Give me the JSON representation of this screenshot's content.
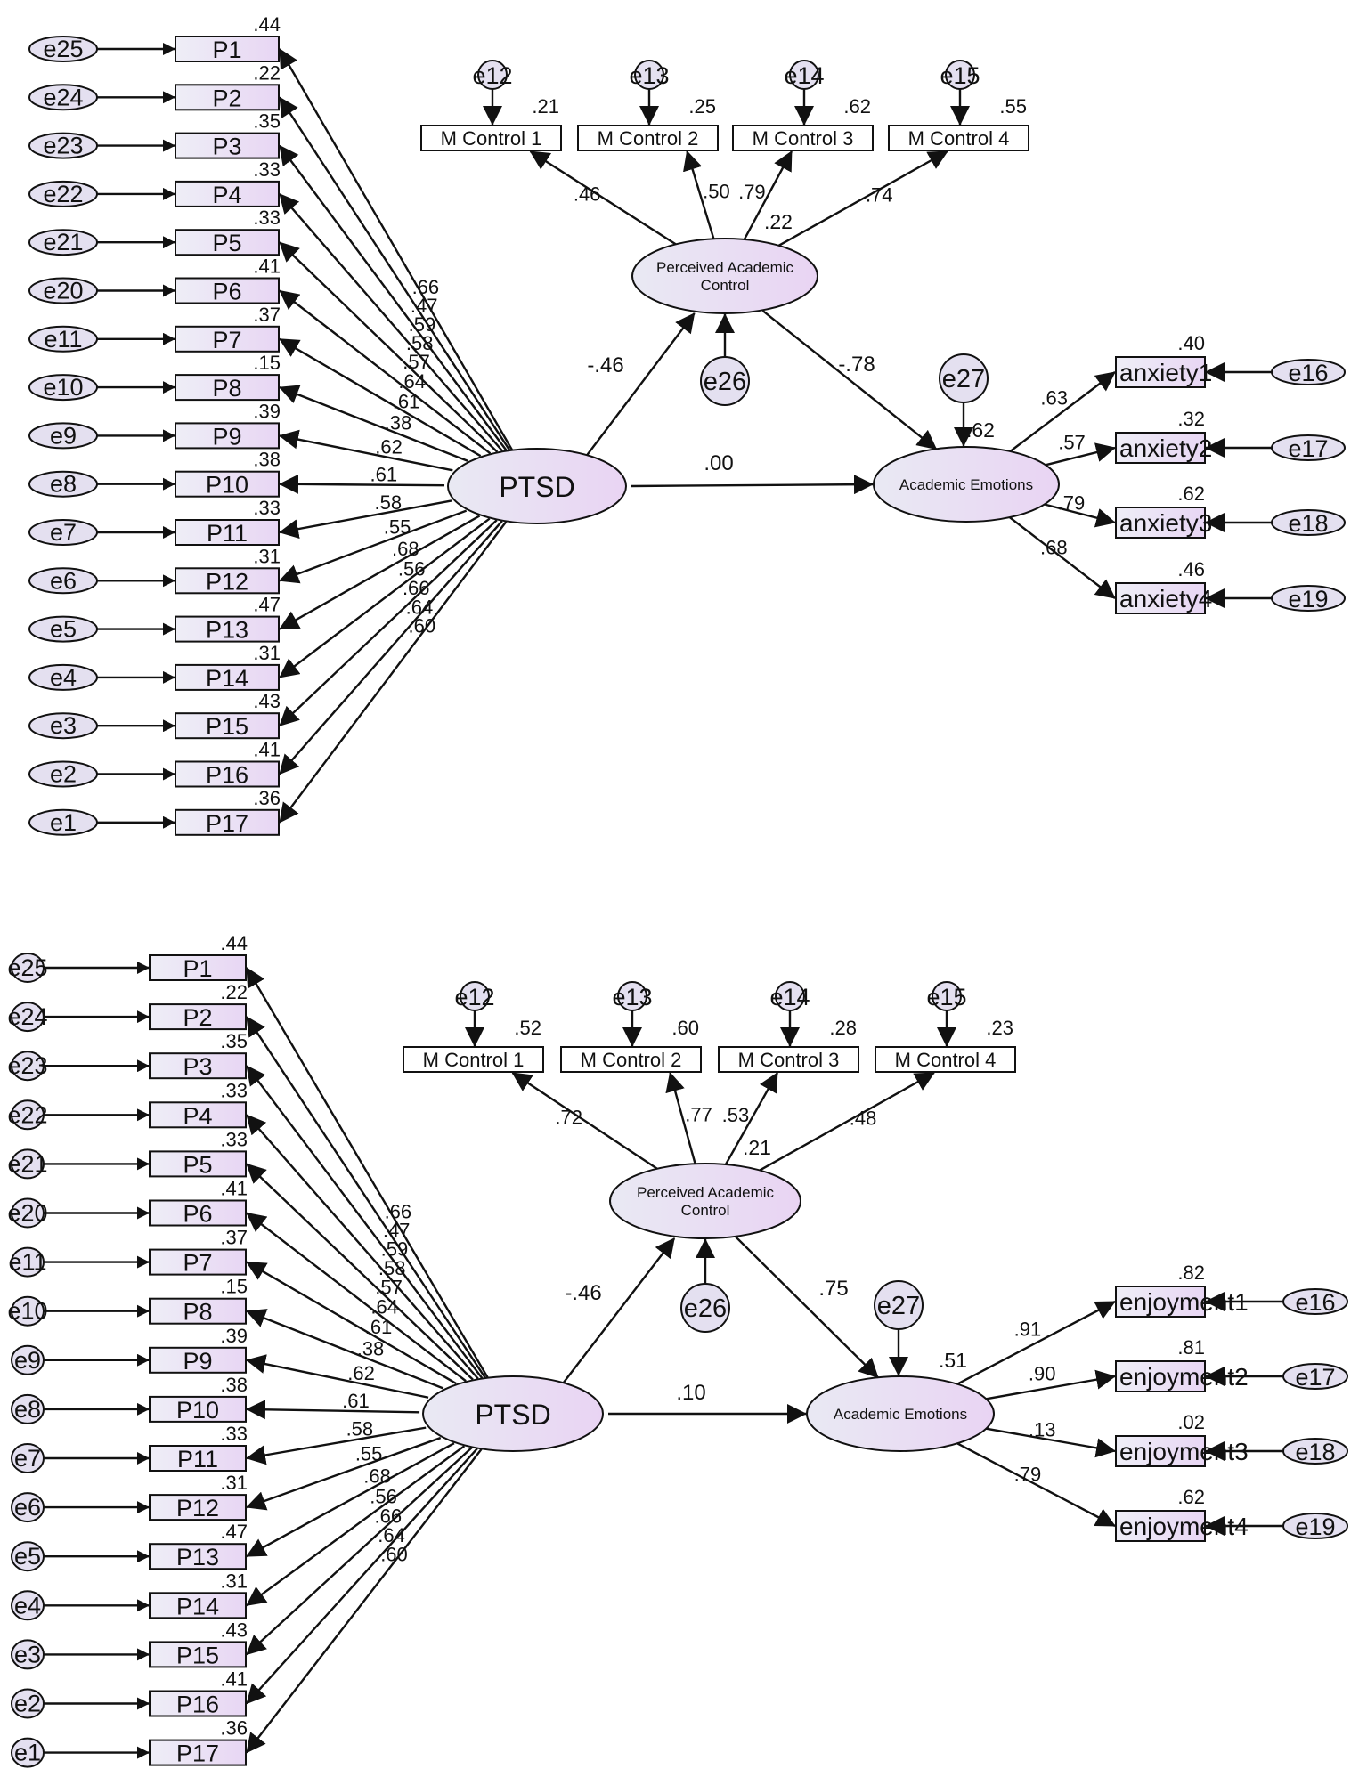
{
  "colors": {
    "stroke": "#111111",
    "observed_fill_light": "#eeeef6",
    "observed_fill_dark": "#e8d6f4",
    "latent_fill_light": "#e9e9f3",
    "latent_fill_dark": "#e9d4f3",
    "error_fill": "#e4e0f0"
  },
  "models": [
    {
      "id": "anxiety-model",
      "exogenous": {
        "label": "PTSD"
      },
      "mediator": {
        "label_line1": "Perceived Academic",
        "label_line2": "Control",
        "r2": ".22",
        "error": "e26"
      },
      "outcome": {
        "label": "Academic Emotions",
        "r2": ".62",
        "error": "e27"
      },
      "paths": {
        "ptsd_to_mediator": "-.46",
        "mediator_to_outcome": "-.78",
        "ptsd_to_outcome": ".00"
      },
      "ptsd_items": [
        {
          "name": "P1",
          "error": "e25",
          "r2": ".44",
          "loading": ".66"
        },
        {
          "name": "P2",
          "error": "e24",
          "r2": ".22",
          "loading": ".47"
        },
        {
          "name": "P3",
          "error": "e23",
          "r2": ".35",
          "loading": ".59"
        },
        {
          "name": "P4",
          "error": "e22",
          "r2": ".33",
          "loading": ".58"
        },
        {
          "name": "P5",
          "error": "e21",
          "r2": ".33",
          "loading": ".57"
        },
        {
          "name": "P6",
          "error": "e20",
          "r2": ".41",
          "loading": ".64"
        },
        {
          "name": "P7",
          "error": "e11",
          "r2": ".37",
          "loading": ".61"
        },
        {
          "name": "P8",
          "error": "e10",
          "r2": ".15",
          "loading": ".38"
        },
        {
          "name": "P9",
          "error": "e9",
          "r2": ".39",
          "loading": ".62"
        },
        {
          "name": "P10",
          "error": "e8",
          "r2": ".38",
          "loading": ".61"
        },
        {
          "name": "P11",
          "error": "e7",
          "r2": ".33",
          "loading": ".58"
        },
        {
          "name": "P12",
          "error": "e6",
          "r2": ".31",
          "loading": ".55"
        },
        {
          "name": "P13",
          "error": "e5",
          "r2": ".47",
          "loading": ".68"
        },
        {
          "name": "P14",
          "error": "e4",
          "r2": ".31",
          "loading": ".56"
        },
        {
          "name": "P15",
          "error": "e3",
          "r2": ".43",
          "loading": ".66"
        },
        {
          "name": "P16",
          "error": "e2",
          "r2": ".41",
          "loading": ".64"
        },
        {
          "name": "P17",
          "error": "e1",
          "r2": ".36",
          "loading": ".60"
        }
      ],
      "mediator_items": [
        {
          "name": "M Control 1",
          "error": "e12",
          "r2": ".21",
          "loading": ".46"
        },
        {
          "name": "M Control 2",
          "error": "e13",
          "r2": ".25",
          "loading": ".50"
        },
        {
          "name": "M Control 3",
          "error": "e14",
          "r2": ".62",
          "loading": ".79"
        },
        {
          "name": "M Control 4",
          "error": "e15",
          "r2": ".55",
          "loading": ".74"
        }
      ],
      "outcome_items": [
        {
          "name": "anxiety1",
          "error": "e16",
          "r2": ".40",
          "loading": ".63"
        },
        {
          "name": "anxiety2",
          "error": "e17",
          "r2": ".32",
          "loading": ".57"
        },
        {
          "name": "anxiety3",
          "error": "e18",
          "r2": ".62",
          "loading": ".79"
        },
        {
          "name": "anxiety4",
          "error": "e19",
          "r2": ".46",
          "loading": ".68"
        }
      ]
    },
    {
      "id": "enjoyment-model",
      "exogenous": {
        "label": "PTSD"
      },
      "mediator": {
        "label_line1": "Perceived Academic",
        "label_line2": "Control",
        "r2": ".21",
        "error": "e26"
      },
      "outcome": {
        "label": "Academic Emotions",
        "r2": ".51",
        "error": "e27"
      },
      "paths": {
        "ptsd_to_mediator": "-.46",
        "mediator_to_outcome": ".75",
        "ptsd_to_outcome": ".10"
      },
      "ptsd_items": [
        {
          "name": "P1",
          "error": "e25",
          "r2": ".44",
          "loading": ".66"
        },
        {
          "name": "P2",
          "error": "e24",
          "r2": ".22",
          "loading": ".47"
        },
        {
          "name": "P3",
          "error": "e23",
          "r2": ".35",
          "loading": ".59"
        },
        {
          "name": "P4",
          "error": "e22",
          "r2": ".33",
          "loading": ".58"
        },
        {
          "name": "P5",
          "error": "e21",
          "r2": ".33",
          "loading": ".57"
        },
        {
          "name": "P6",
          "error": "e20",
          "r2": ".41",
          "loading": ".64"
        },
        {
          "name": "P7",
          "error": "e11",
          "r2": ".37",
          "loading": ".61"
        },
        {
          "name": "P8",
          "error": "e10",
          "r2": ".15",
          "loading": ".38"
        },
        {
          "name": "P9",
          "error": "e9",
          "r2": ".39",
          "loading": ".62"
        },
        {
          "name": "P10",
          "error": "e8",
          "r2": ".38",
          "loading": ".61"
        },
        {
          "name": "P11",
          "error": "e7",
          "r2": ".33",
          "loading": ".58"
        },
        {
          "name": "P12",
          "error": "e6",
          "r2": ".31",
          "loading": ".55"
        },
        {
          "name": "P13",
          "error": "e5",
          "r2": ".47",
          "loading": ".68"
        },
        {
          "name": "P14",
          "error": "e4",
          "r2": ".31",
          "loading": ".56"
        },
        {
          "name": "P15",
          "error": "e3",
          "r2": ".43",
          "loading": ".66"
        },
        {
          "name": "P16",
          "error": "e2",
          "r2": ".41",
          "loading": ".64"
        },
        {
          "name": "P17",
          "error": "e1",
          "r2": ".36",
          "loading": ".60"
        }
      ],
      "mediator_items": [
        {
          "name": "M Control 1",
          "error": "e12",
          "r2": ".52",
          "loading": ".72"
        },
        {
          "name": "M Control 2",
          "error": "e13",
          "r2": ".60",
          "loading": ".77"
        },
        {
          "name": "M Control 3",
          "error": "e14",
          "r2": ".28",
          "loading": ".53"
        },
        {
          "name": "M Control 4",
          "error": "e15",
          "r2": ".23",
          "loading": ".48"
        }
      ],
      "outcome_items": [
        {
          "name": "enjoyment1",
          "error": "e16",
          "r2": ".82",
          "loading": ".91"
        },
        {
          "name": "enjoyment2",
          "error": "e17",
          "r2": ".81",
          "loading": ".90"
        },
        {
          "name": "enjoyment3",
          "error": "e18",
          "r2": ".02",
          "loading": ".13"
        },
        {
          "name": "enjoyment4",
          "error": "e19",
          "r2": ".62",
          "loading": ".79"
        }
      ]
    }
  ]
}
